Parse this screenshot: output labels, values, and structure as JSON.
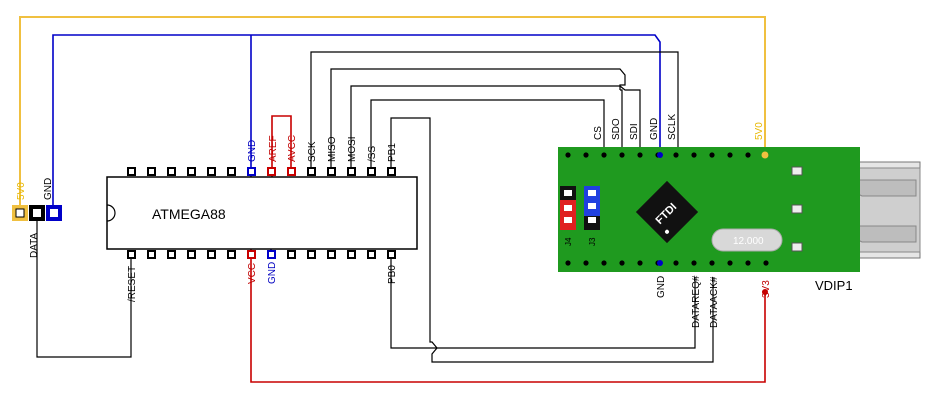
{
  "chip": {
    "name": "ATMEGA88",
    "top_pins": [
      "GND",
      "AREF",
      "AVCC",
      "SCK",
      "MISO",
      "MOSI",
      "/SS",
      "PB1"
    ],
    "bottom_pins": [
      "/RESET",
      "VCC",
      "GND",
      "PB0"
    ]
  },
  "connector": {
    "labels": [
      "5V0",
      "GND",
      "DATA"
    ]
  },
  "module": {
    "name": "VDIP1",
    "top_pins": [
      "CS",
      "SDO",
      "SDI",
      "GND",
      "SCLK",
      "5V0"
    ],
    "bottom_pins": [
      "GND",
      "DATAREQ#",
      "DATAACK#",
      "3V3"
    ],
    "jumpers": [
      "J4",
      "J3"
    ],
    "logo": "FTDI",
    "crystal": "12.000"
  },
  "colors": {
    "wire_black": "#000000",
    "wire_blue": "#0000c8",
    "wire_red": "#c80000",
    "wire_yellow": "#f0c040",
    "board_green": "#1f9a1f"
  }
}
